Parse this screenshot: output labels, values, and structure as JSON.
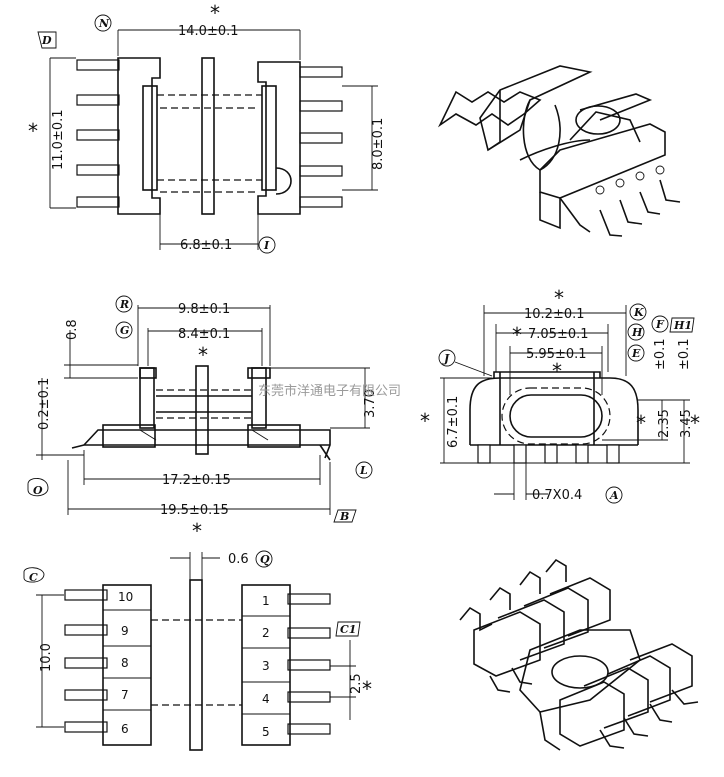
{
  "views": {
    "top": {
      "dim_width": "14.0±0.1",
      "dim_height": "11.0±0.1",
      "dim_height_inner": "8.0±0.1",
      "dim_pitch": "6.8±0.1",
      "tag_width": "N",
      "tag_height": "D",
      "tag_pitch": "I"
    },
    "front": {
      "dim_top_outer": "9.8±0.1",
      "dim_top_inner": "8.4±0.1",
      "dim_flange": "0.8",
      "dim_height_left": "0.2±0.1",
      "dim_height_right": "3.70",
      "dim_pin_span": "17.2±0.15",
      "dim_total": "19.5±0.15",
      "tag_R": "R",
      "tag_G": "G",
      "tag_O": "O",
      "tag_L": "L",
      "tag_B": "B"
    },
    "side": {
      "dim_outer": "10.2±0.1",
      "dim_mid": "7.05±0.1",
      "dim_inner": "5.95±0.1",
      "dim_height": "6.7±0.1",
      "dim_slot": "2.35",
      "dim_total": "3.45",
      "dim_pin": "0.7X0.4",
      "tol_F": "±0.1",
      "tol_H1": "±0.1",
      "tag_J": "J",
      "tag_K": "K",
      "tag_H": "H",
      "tag_E": "E",
      "tag_F": "F",
      "tag_H1": "H1",
      "tag_A": "A"
    },
    "bottom": {
      "dim_height": "10.0",
      "dim_pitch": "2.5",
      "dim_thickness": "0.6",
      "tag_C": "C",
      "tag_C1": "C1",
      "tag_Q": "Q",
      "pins_left": [
        "10",
        "9",
        "8",
        "7",
        "6"
      ],
      "pins_right": [
        "1",
        "2",
        "3",
        "4",
        "5"
      ]
    }
  },
  "watermark": "东莞市洋通电子有限公司",
  "critical_mark": "*"
}
